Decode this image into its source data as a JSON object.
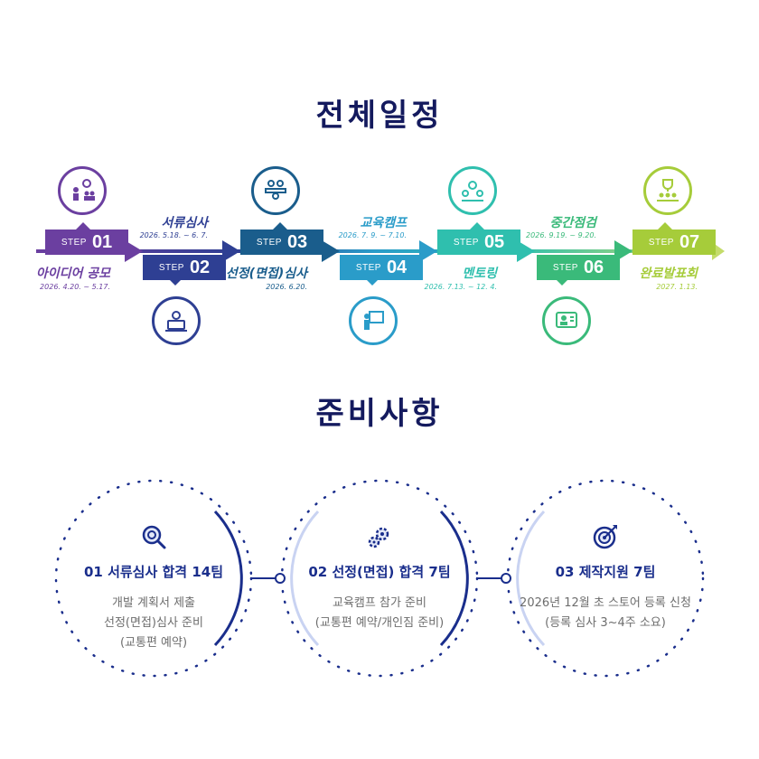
{
  "schedule": {
    "title": "전체일정",
    "step_word": "STEP",
    "steps": [
      {
        "num": "01",
        "label": "아이디어 공모",
        "date": "2026. 4.20. ~ 5.17.",
        "color": "#6b3fa0",
        "icon": "idea-presenter-icon"
      },
      {
        "num": "02",
        "label": "서류심사",
        "date": "2026. 5.18. ~ 6. 7.",
        "color": "#2e3f93",
        "icon": "laptop-user-icon"
      },
      {
        "num": "03",
        "label": "선정(면접)심사",
        "date": "2026. 6.20.",
        "color": "#1a5d8c",
        "icon": "interview-panel-icon"
      },
      {
        "num": "04",
        "label": "교육캠프",
        "date": "2026. 7. 9. ~ 7.10.",
        "color": "#2a9cc9",
        "icon": "teacher-board-icon"
      },
      {
        "num": "05",
        "label": "멘토링",
        "date": "2026. 7.13. ~ 12. 4.",
        "color": "#2fbfae",
        "icon": "mentoring-group-icon"
      },
      {
        "num": "06",
        "label": "중간점검",
        "date": "2026. 9.19. ~ 9.20.",
        "color": "#3aba7a",
        "icon": "video-call-icon"
      },
      {
        "num": "07",
        "label": "완료발표회",
        "date": "2027. 1.13.",
        "color": "#a6cc3a",
        "icon": "award-ceremony-icon"
      }
    ]
  },
  "preparation": {
    "title": "준비사항",
    "accent": "#1a2e8c",
    "items": [
      {
        "title": "01 서류심사 합격 14팀",
        "lines": [
          "개발 계획서 제출",
          "선정(면접)심사 준비",
          "(교통편 예약)"
        ],
        "icon": "search-icon"
      },
      {
        "title": "02 선정(면접) 합격 7팀",
        "lines": [
          "교육캠프 참가 준비",
          "(교통편 예약/개인짐 준비)"
        ],
        "icon": "gear-cluster-icon"
      },
      {
        "title": "03 제작지원 7팀",
        "lines": [
          "2026년 12월 초 스토어 등록 신청",
          "(등록 심사 3~4주 소요)"
        ],
        "icon": "target-icon"
      }
    ]
  }
}
